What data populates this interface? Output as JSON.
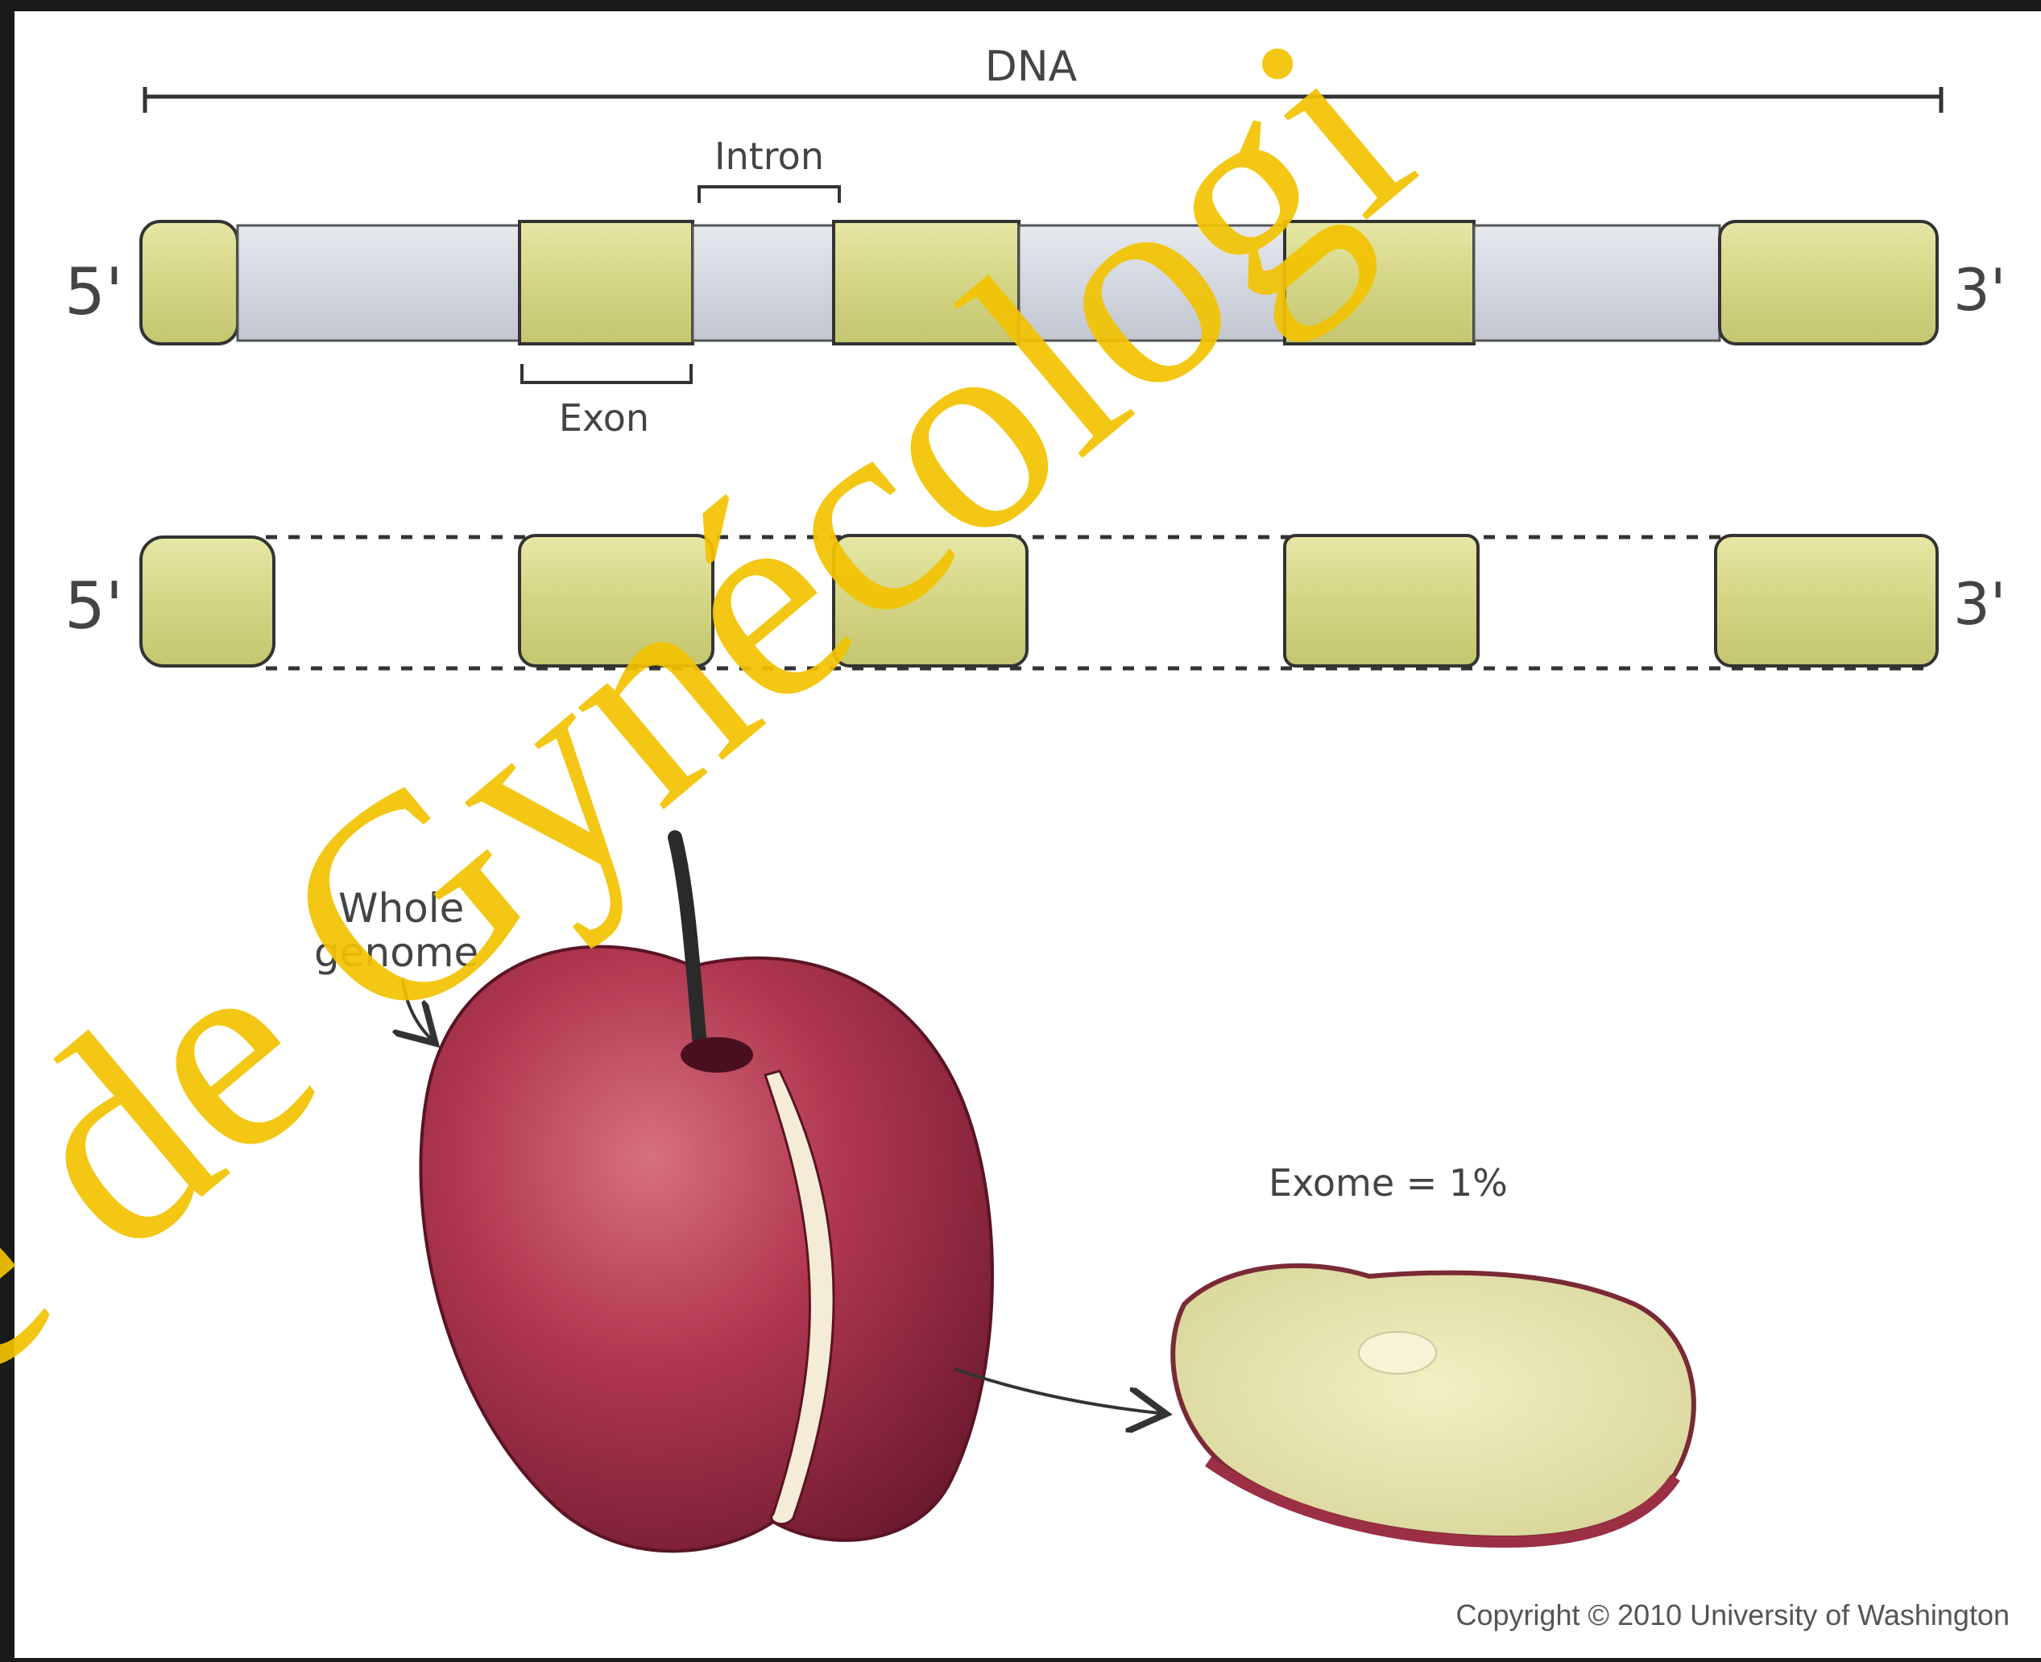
{
  "diagram": {
    "dna_label": "DNA",
    "intron_label": "Intron",
    "exon_label": "Exon",
    "five_prime": "5'",
    "three_prime": "3'",
    "whole_genome_label_line1": "Whole",
    "whole_genome_label_line2": "genome",
    "exome_label": "Exome = 1%",
    "copyright": "Copyright © 2010 University of Washington"
  },
  "watermark": {
    "text": "e de Gynécologi",
    "color": "#f2c200"
  },
  "colors": {
    "exon": "#dadb8f",
    "intron": "#d7dbe2",
    "apple_red": "#a02540",
    "frame": "#1a1a1a"
  }
}
